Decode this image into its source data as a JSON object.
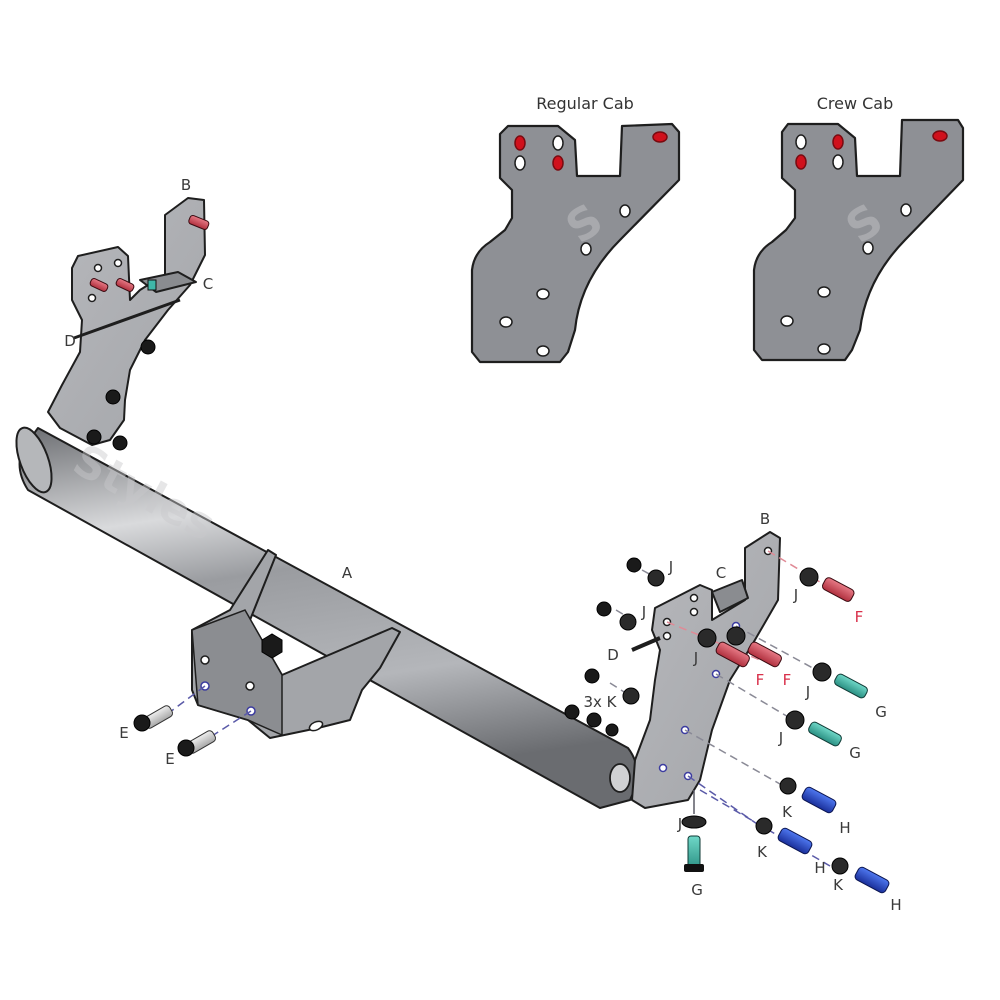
{
  "variants": {
    "regular_cab": {
      "title": "Regular Cab",
      "red_holes": [
        "top-left-upper",
        "top-right-lower",
        "tab"
      ],
      "white_holes": [
        "top-left-lower",
        "top-right-upper",
        "mid-1",
        "mid-2",
        "low-1",
        "low-2",
        "low-3"
      ]
    },
    "crew_cab": {
      "title": "Crew Cab",
      "red_holes": [
        "top-left-lower",
        "top-right-upper",
        "tab"
      ],
      "white_holes": [
        "top-left-upper",
        "top-right-lower",
        "mid-1",
        "mid-2",
        "low-1",
        "low-2",
        "low-3"
      ]
    }
  },
  "colors": {
    "plate": "#8e9095",
    "red_hole": "#d0111c",
    "bolt_F": "#d0505e",
    "bolt_G": "#3fb7a8",
    "bolt_H": "#2a4fd0",
    "bolt_E": "#c8c8c8",
    "callout_red": "#d8304a"
  },
  "left_bracket": {
    "labels": {
      "B": "B",
      "C": "C",
      "D": "D"
    }
  },
  "crossbar": {
    "label_A": "A",
    "label_E1": "E",
    "label_E2": "E"
  },
  "right_bracket": {
    "labels": {
      "B": "B",
      "C": "C",
      "D": "D",
      "J1": "J",
      "J2": "J",
      "J3": "J",
      "J4": "J",
      "J5": "J",
      "J6": "J",
      "J7": "J",
      "F1": "F",
      "F2": "F",
      "F3": "F",
      "G1": "G",
      "G2": "G",
      "G3": "G",
      "K_multi": "3x K",
      "K1": "K",
      "K2": "K",
      "K3": "K",
      "H1": "H",
      "H2": "H",
      "H3": "H"
    }
  },
  "parts_legend": [
    "A",
    "B",
    "C",
    "D",
    "E",
    "F",
    "G",
    "H",
    "J",
    "K"
  ]
}
